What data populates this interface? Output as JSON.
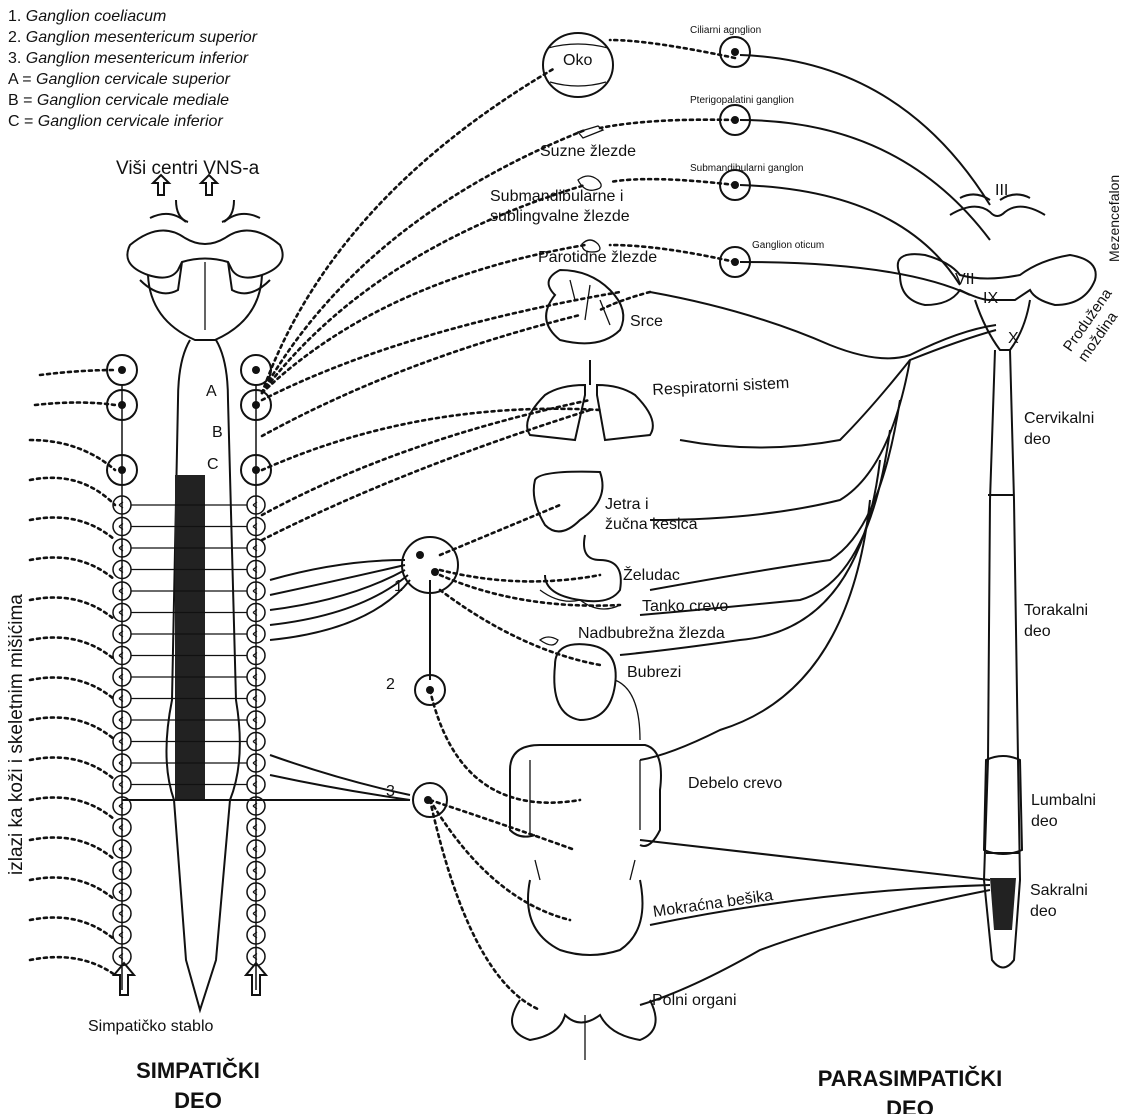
{
  "legend": [
    {
      "key": "1.",
      "name": "Ganglion coeliacum"
    },
    {
      "key": "2.",
      "name": "Ganglion mesentericum superior"
    },
    {
      "key": "3.",
      "name": "Ganglion mesentericum inferior"
    },
    {
      "key": "A =",
      "name": "Ganglion cervicale superior"
    },
    {
      "key": "B =",
      "name": "Ganglion cervicale mediale"
    },
    {
      "key": "C =",
      "name": "Ganglion cervicale inferior"
    }
  ],
  "labels": {
    "higher_centers": "Viši centri VNS-a",
    "exits": "izlazi ka koži i skeletnim mišićima",
    "sympathetic_chain": "Simpatičko stablo",
    "ganglion_A": "A",
    "ganglion_B": "B",
    "ganglion_C": "C",
    "ganglion_1": "1",
    "ganglion_2": "2",
    "ganglion_3": "3"
  },
  "parasympathetic_ganglia": {
    "ciliary": "Ciliarni agnglion",
    "pterygopalatine": "Pterigopalatini ganglion",
    "submandibular": "Submandibularni ganglon",
    "otic": "Ganglion oticum"
  },
  "organs": {
    "eye": "Oko",
    "lacrimal": "Suzne žlezde",
    "submandibular_line1": "Submandibularne i",
    "submandibular_line2": "sublingvalne žlezde",
    "parotid": "Parotidne žlezde",
    "heart": "Srce",
    "respiratory": "Respiratorni sistem",
    "liver_line1": "Jetra i",
    "liver_line2": "žučna kesica",
    "stomach": "Želudac",
    "small_intestine": "Tanko crevo",
    "adrenal": "Nadbubrežna žlezda",
    "kidneys": "Bubrezi",
    "colon": "Debelo crevo",
    "bladder": "Mokraćna bešika",
    "genitals": "Polni organi"
  },
  "cns_regions": {
    "cranial_III": "III",
    "cranial_VII": "VII",
    "cranial_IX": "IX",
    "cranial_X": "X",
    "midbrain": "Mezencefalon",
    "medulla_line1": "Produžena",
    "medulla_line2": "moždina",
    "cervical_line1": "Cervikalni",
    "cervical_line2": "deo",
    "thoracic_line1": "Torakalni",
    "thoracic_line2": "deo",
    "lumbar_line1": "Lumbalni",
    "lumbar_line2": "deo",
    "sacral_line1": "Sakralni",
    "sacral_line2": "deo"
  },
  "titles": {
    "sympathetic_line1": "SIMPATIČKI",
    "sympathetic_line2": "DEO",
    "parasympathetic_line1": "PARASIMPATIČKI",
    "parasympathetic_line2": "DEO"
  }
}
